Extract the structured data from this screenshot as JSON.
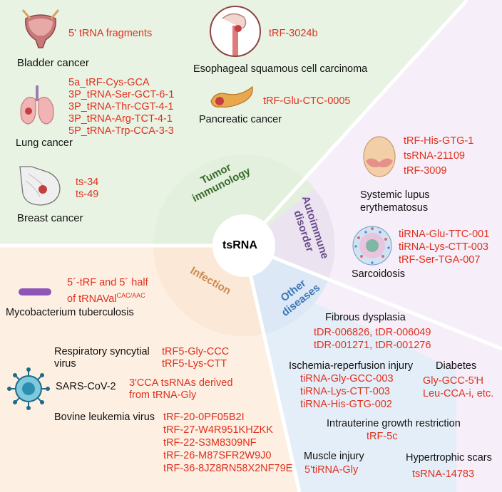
{
  "center": {
    "label": "tsRNA"
  },
  "colors": {
    "tumor": "#e3f0dd",
    "autoimmune": "#ece3f1",
    "infection": "#fbe8d6",
    "other": "#dce8f5",
    "tumor_text": "#3d6b2f",
    "autoimmune_text": "#6b4c8c",
    "infection_text": "#c98a4e",
    "other_text": "#3a78b8",
    "marker_red": "#e0301e"
  },
  "hub": {
    "tumor": [
      "Tumor",
      "immunology"
    ],
    "autoimmune": [
      "Autoimmune",
      "disorder"
    ],
    "infection": "Infection",
    "other": [
      "Other",
      "diseases"
    ]
  },
  "tumor": {
    "bladder": {
      "name": "Bladder cancer",
      "markers": [
        "5' tRNA fragments"
      ],
      "icon": "bladder-icon"
    },
    "esophageal": {
      "name": "Esophageal squamous cell carcinoma",
      "markers": [
        "tRF-3024b"
      ],
      "icon": "esophagus-icon"
    },
    "lung": {
      "name": "Lung cancer",
      "markers": [
        "5a_tRF-Cys-GCA",
        "3P_tRNA-Ser-GCT-6-1",
        "3P_tRNA-Thr-CGT-4-1",
        "3P_tRNA-Arg-TCT-4-1",
        "5P_tRNA-Trp-CCA-3-3"
      ],
      "icon": "lungs-icon"
    },
    "pancreatic": {
      "name": "Pancreatic cancer",
      "markers": [
        "tRF-Glu-CTC-0005"
      ],
      "icon": "pancreas-icon"
    },
    "breast": {
      "name": "Breast cancer",
      "markers": [
        "ts-34",
        "ts-49"
      ],
      "icon": "breast-icon"
    }
  },
  "autoimmune": {
    "sle": {
      "name": [
        "Systemic lupus",
        "erythematosus"
      ],
      "markers": [
        "tRF-His-GTG-1",
        "tsRNA-21109",
        "tRF-3009"
      ],
      "icon": "face-rash-icon"
    },
    "sarcoidosis": {
      "name": "Sarcoidosis",
      "markers": [
        "tiRNA-Glu-TTC-001",
        "tiRNA-Lys-CTT-003",
        "tRF-Ser-TGA-007"
      ],
      "icon": "granuloma-icon"
    }
  },
  "infection": {
    "tb": {
      "name": "Mycobacterium tuberculosis",
      "markers": [
        "5´-tRF and 5´ half",
        "of tRNAVal"
      ],
      "superscript": "CAC/AAC",
      "icon": "bacillus-icon"
    },
    "rsv": {
      "name": [
        "Respiratory syncytial",
        "virus"
      ],
      "markers": [
        "tRF5-Gly-CCC",
        "tRF5-Lys-CTT"
      ]
    },
    "sars": {
      "name": "SARS-CoV-2",
      "markers": [
        "3'CCA tsRNAs derived",
        "from tRNA-Gly"
      ],
      "icon": "coronavirus-icon"
    },
    "blv": {
      "name": "Bovine leukemia virus",
      "markers": [
        "tRF-20-0PF05B2I",
        "tRF-27-W4R951KHZKK",
        "tRF-22-S3M8309NF",
        "tRF-26-M87SFR2W9J0",
        "tRF-36-8JZ8RN58X2NF79E"
      ]
    }
  },
  "other": {
    "fibrous": {
      "name": "Fibrous dysplasia",
      "markers": [
        "tDR-006826, tDR-006049",
        "tDR-001271, tDR-001276"
      ]
    },
    "ischemia": {
      "name": "Ischemia-reperfusion injury",
      "markers": [
        "tiRNA-Gly-GCC-003",
        "tiRNA-Lys-CTT-003",
        "tiRNA-His-GTG-002"
      ]
    },
    "diabetes": {
      "name": "Diabetes",
      "markers": [
        "Gly-GCC-5'H",
        "Leu-CCA-i, etc."
      ]
    },
    "iugr": {
      "name": "Intrauterine growth restriction",
      "markers": [
        "tRF-5c"
      ]
    },
    "muscle": {
      "name": "Muscle injury",
      "markers": [
        "5'tiRNA-Gly"
      ]
    },
    "scars": {
      "name": "Hypertrophic scars",
      "markers": [
        "tsRNA-14783"
      ]
    }
  }
}
